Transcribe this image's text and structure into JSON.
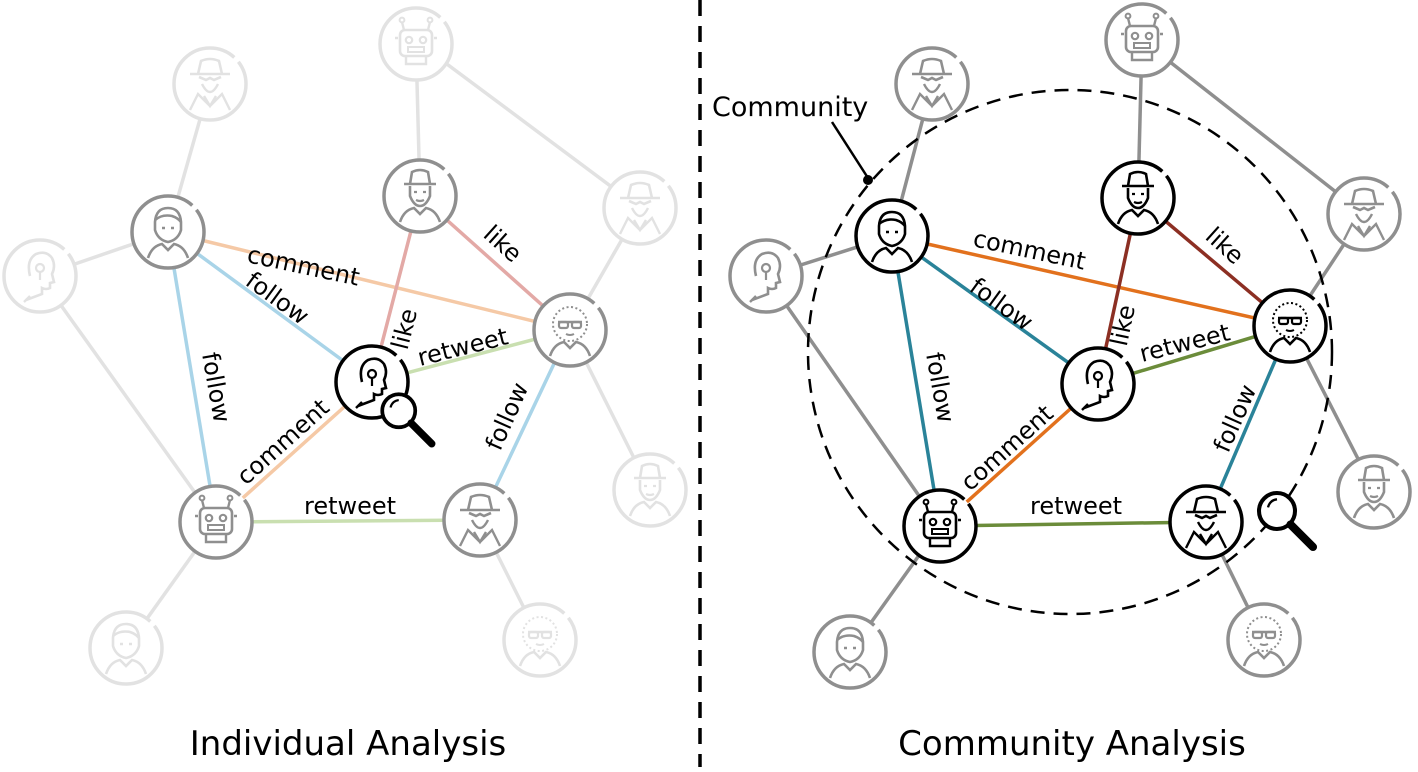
{
  "captions": {
    "left": "Individual Analysis",
    "right": "Community Analysis"
  },
  "community_label": "Community",
  "edge_labels": {
    "comment": "comment",
    "follow": "follow",
    "like": "like",
    "retweet": "retweet"
  },
  "colors": {
    "follow_left": "#a9d4e8",
    "comment_left": "#f5c9a6",
    "like_left": "#e3a9a6",
    "retweet_left": "#c9dfb0",
    "faded_left": "#e2e2e2",
    "follow_right": "#2a8399",
    "comment_right": "#e2711d",
    "like_right": "#8c2f23",
    "retweet_right": "#6b8c3a",
    "gray_right": "#8f8f8f"
  },
  "legend_icons": [
    "user-icon",
    "hat-user-icon",
    "robot-icon",
    "spy-icon",
    "glasses-user-icon",
    "anonymous-user-icon",
    "magnifier-icon"
  ]
}
